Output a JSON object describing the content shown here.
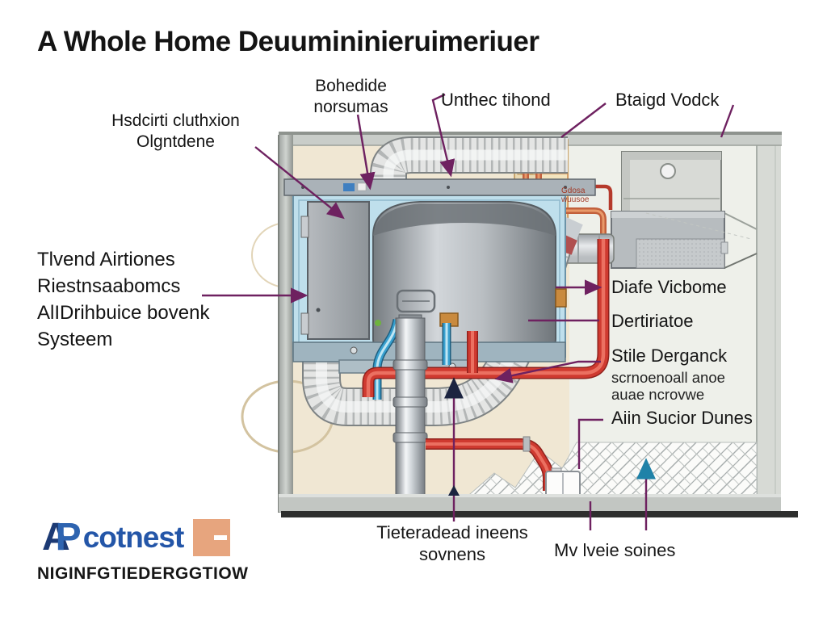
{
  "title": "A Whole Home Deuumininieruimeriuer",
  "labels": {
    "exhaust": {
      "line1": "Bohedide",
      "line2": "norsumas"
    },
    "upper_duct": "Unthec tihond",
    "branch": "Btaigd Vodck",
    "dedication": {
      "line1": "Hsdcirti cluthxion",
      "line2": "Olgntdene"
    },
    "left_block": {
      "line1": "Tlvend Airtiones",
      "line2": "Riestnsaabomcs",
      "line3": "AlIDrihbuice bovenk",
      "line4": "Systeem"
    },
    "right1": "Diafe Vicbome",
    "right2": "Dertiriatoe",
    "right3": {
      "line1": "Stile Derganck",
      "line2": "scrnoenoall anoe",
      "line3": "auae ncrovwe"
    },
    "right4": "Aiin Sucior Dunes",
    "bottom_center": {
      "line1": "Tieteradead ineens",
      "line2": "sovnens"
    },
    "bottom_right": "Mv lveie soines",
    "tiny_note": {
      "line1": "Gdosa",
      "line2": "wuusoe"
    }
  },
  "logo": {
    "monogram_a": "A",
    "monogram_p": "P",
    "name": "cotnest",
    "tagline": "NIGINFGTIEDERGGTIOW"
  },
  "colors": {
    "leader_purple": "#6e2160",
    "pipe_red": "#cf3a30",
    "pipe_blue": "#39a0cf",
    "panel_blue": "#bfdfec",
    "wall_beige": "#f0e7d3",
    "logo_blue": "#2456a8",
    "logo_orange": "#e7a57e"
  }
}
